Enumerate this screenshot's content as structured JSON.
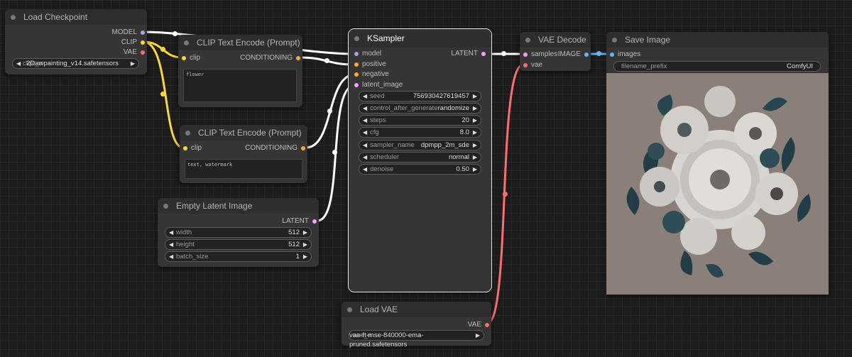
{
  "nodes": {
    "load_checkpoint": {
      "title": "Load Checkpoint",
      "outputs": [
        "MODEL",
        "CLIP",
        "VAE"
      ],
      "ckpt_name": "ckpt_n",
      "ckpt_value": "2Dawpainting_v14.safetensors"
    },
    "clip_text_encode_pos": {
      "title": "CLIP Text Encode (Prompt)",
      "input": "clip",
      "output": "CONDITIONING",
      "text": "flower"
    },
    "clip_text_encode_neg": {
      "title": "CLIP Text Encode (Prompt)",
      "input": "clip",
      "output": "CONDITIONING",
      "text": "text, watermark"
    },
    "empty_latent": {
      "title": "Empty Latent Image",
      "output": "LATENT",
      "widgets": [
        {
          "name": "width",
          "value": "512"
        },
        {
          "name": "height",
          "value": "512"
        },
        {
          "name": "batch_size",
          "value": "1"
        }
      ]
    },
    "ksampler": {
      "title": "KSampler",
      "inputs": [
        "model",
        "positive",
        "negative",
        "latent_image"
      ],
      "output": "LATENT",
      "widgets": [
        {
          "name": "seed",
          "value": "756930427619457"
        },
        {
          "name": "control_after_generate",
          "value": "randomize"
        },
        {
          "name": "steps",
          "value": "20"
        },
        {
          "name": "cfg",
          "value": "8.0"
        },
        {
          "name": "sampler_name",
          "value": "dpmpp_2m_sde"
        },
        {
          "name": "scheduler",
          "value": "normal"
        },
        {
          "name": "denoise",
          "value": "0.50"
        }
      ]
    },
    "vae_decode": {
      "title": "VAE Decode",
      "inputs": [
        "samples",
        "vae"
      ],
      "output": "IMAGE"
    },
    "save_image": {
      "title": "Save Image",
      "input": "images",
      "filename_prefix_label": "filename_prefix",
      "filename_prefix_value": "ComfyUI"
    },
    "load_vae": {
      "title": "Load VAE",
      "output": "VAE",
      "vae_name": "vae_n",
      "vae_value": "vae-ft-mse-840000-ema-pruned.safetensors"
    }
  },
  "colors": {
    "model": "#b39ddb",
    "clip": "#fdd835",
    "vae": "#ff6e6e",
    "conditioning": "#ffa931",
    "latent": "#ff9cf9",
    "image": "#64b5f6",
    "link_white": "#ffffff"
  }
}
